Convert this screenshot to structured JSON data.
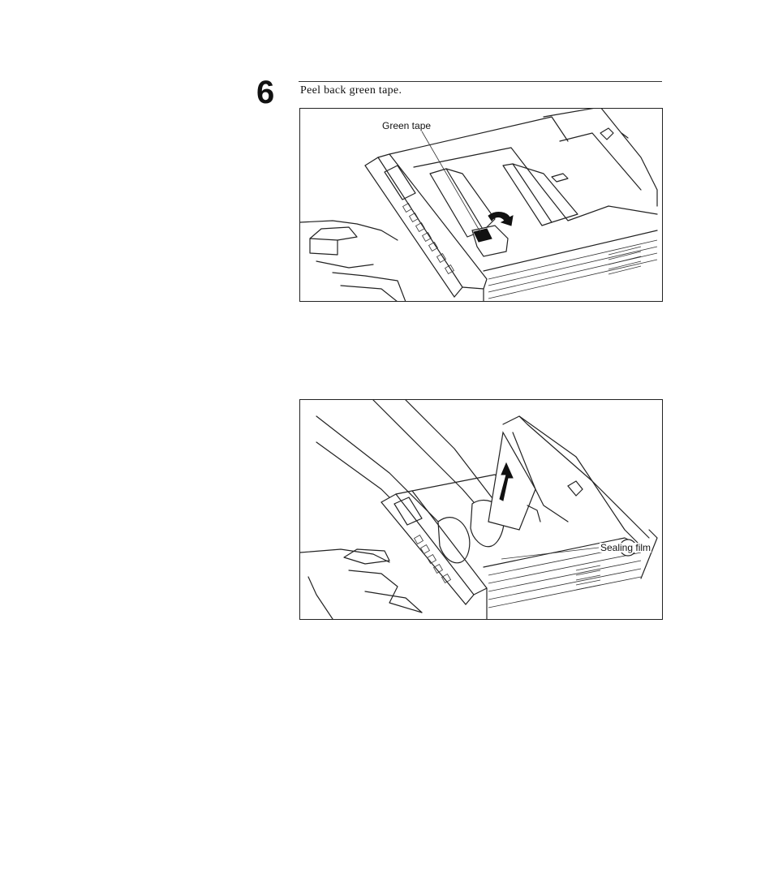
{
  "step": {
    "number": "6",
    "instruction": "Peel back green tape."
  },
  "figures": [
    {
      "callout": "Green tape"
    },
    {
      "callout": "Sealing film"
    }
  ]
}
